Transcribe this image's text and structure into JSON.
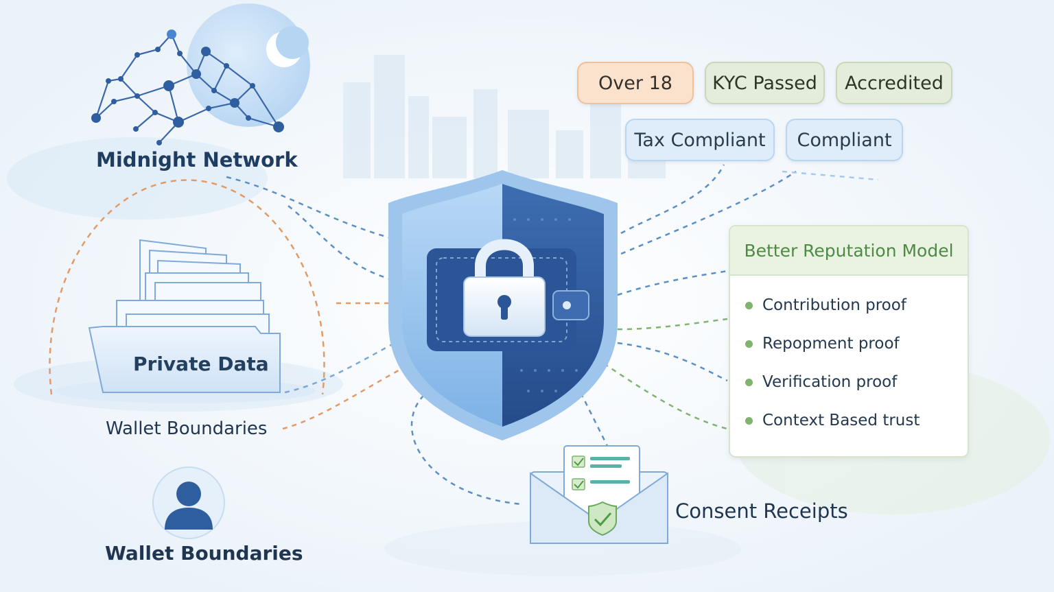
{
  "network_label": "Midnight Network",
  "private_data_label": "Private Data",
  "wallet_boundaries_mid": "Wallet Boundaries",
  "wallet_boundaries_bottom": "Wallet Boundaries",
  "tags": {
    "over_18": "Over 18",
    "kyc": "KYC Passed",
    "accredited": "Accredited",
    "tax": "Tax Compliant",
    "compliant": "Compliant"
  },
  "reputation": {
    "title": "Better Reputation Model",
    "items": [
      "Contribution proof",
      "Repopment proof",
      "Verification proof",
      "Context Based trust"
    ]
  },
  "consent_label": "Consent Receipts",
  "colors": {
    "shield_dark": "#2e5a9c",
    "shield_light": "#9cc7ee",
    "accent_green": "#7fb36f",
    "accent_orange": "#e29a66",
    "line_blue": "#5b8fc4"
  }
}
